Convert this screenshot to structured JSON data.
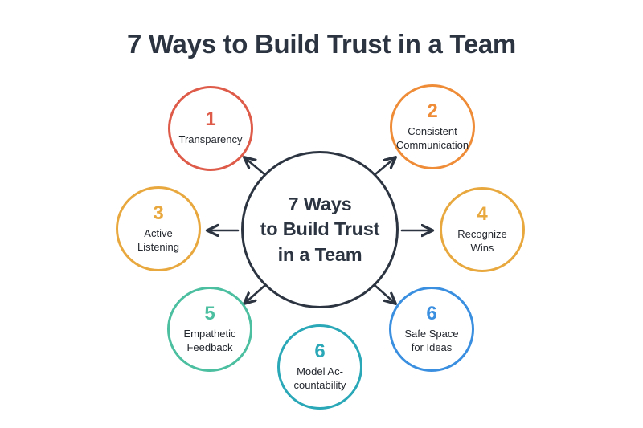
{
  "page": {
    "title": "7 Ways to Build Trust in a Team",
    "background_color": "#FFFFFF",
    "title_color": "#2B3440"
  },
  "hub": {
    "name": "center-hub",
    "border_color": "#2B3440",
    "text_color": "#2B3440",
    "lines": [
      "7 Ways",
      "to Build Trust",
      "in a Team"
    ]
  },
  "nodes": [
    {
      "number": "1",
      "label": "Transparency",
      "lines": [
        "Transparency"
      ],
      "color": "#DE5B49",
      "position": "top-left"
    },
    {
      "number": "2",
      "label": "Consistent Communication",
      "lines": [
        "Consistent",
        "Communication"
      ],
      "color": "#EE8C38",
      "position": "top-right"
    },
    {
      "number": "3",
      "label": "Active Listening",
      "lines": [
        "Active",
        "Listening"
      ],
      "color": "#E8A83E",
      "position": "middle-left"
    },
    {
      "number": "4",
      "label": "Recognize Wins",
      "lines": [
        "Recognize",
        "Wins"
      ],
      "color": "#E8A83E",
      "position": "middle-right"
    },
    {
      "number": "5",
      "label": "Empathetic Feedback",
      "lines": [
        "Empathetic",
        "Feedback"
      ],
      "color": "#4CBFA0",
      "position": "bottom-left"
    },
    {
      "number": "6",
      "label": "Model Ac-countability",
      "lines": [
        "Model Ac-",
        "countability"
      ],
      "color": "#2BA8B8",
      "position": "bottom-center"
    },
    {
      "number": "6",
      "label": "Safe Space for Ideas",
      "lines": [
        "Safe Space",
        "for Ideas"
      ],
      "color": "#3B8FE0",
      "position": "bottom-right"
    }
  ],
  "arrows": {
    "color": "#2B3440",
    "items": [
      {
        "name": "arrow-up-left",
        "direction": "up-left"
      },
      {
        "name": "arrow-up-right",
        "direction": "up-right"
      },
      {
        "name": "arrow-left",
        "direction": "left"
      },
      {
        "name": "arrow-right",
        "direction": "right"
      },
      {
        "name": "arrow-down-left",
        "direction": "down-left"
      },
      {
        "name": "arrow-down-right",
        "direction": "down-right"
      }
    ]
  }
}
